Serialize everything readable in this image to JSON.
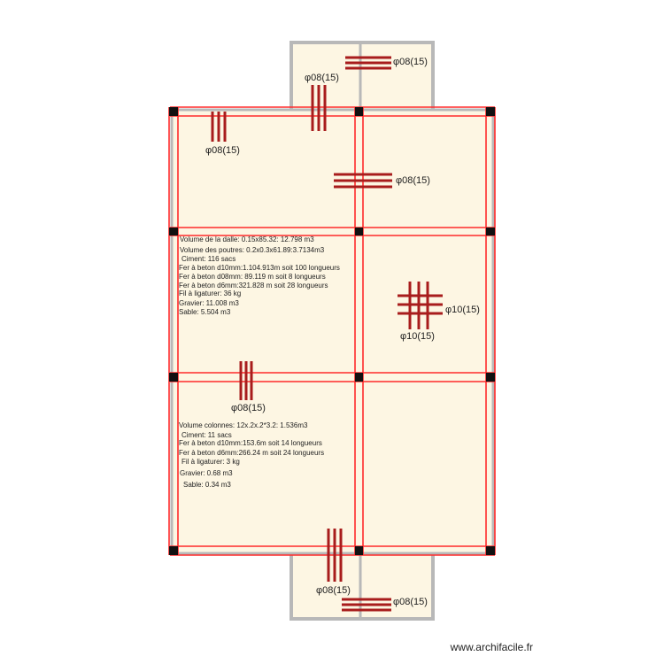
{
  "colors": {
    "slab_fill": "#fdf6e3",
    "wall": "#b8b8b8",
    "beam": "#ff2a2a",
    "rebar": "#a81c1c",
    "column": "#111111"
  },
  "slab_notes": [
    "Volume de la dalle: 0.15x85.32: 12.798 m3",
    "Volume des poutres: 0.2x0.3x61.89:3.7134m3",
    "Ciment: 116 sacs",
    "Fer à beton d10mm:1.104.913m soit 100 longueurs",
    "Fer à beton d08mm: 89.119 m soit 8 longueurs",
    "Fer à beton d6mm:321.828 m soit 28 longueurs",
    "Fil à ligaturer: 36 kg",
    "Gravier: 11.008 m3",
    "Sable: 5.504 m3"
  ],
  "column_notes": [
    "Volume colonnes: 12x.2x.2*3.2: 1.536m3",
    "Ciment: 11 sacs",
    "Fer à beton d10mm:153.6m soit 14 longueurs",
    "Fer à beton d6mm:266.24 m soit 24 longueurs",
    "Fil à ligaturer: 3 kg",
    "Gravier: 0.68 m3",
    "Sable: 0.34 m3"
  ],
  "rebar_labels": [
    "φ08(15)",
    "φ08(15)",
    "φ08(15)",
    "φ08(15)",
    "φ10(15)",
    "φ10(15)",
    "φ08(15)",
    "φ08(15)",
    "φ08(15)"
  ],
  "watermark": "www.archifacile.fr"
}
